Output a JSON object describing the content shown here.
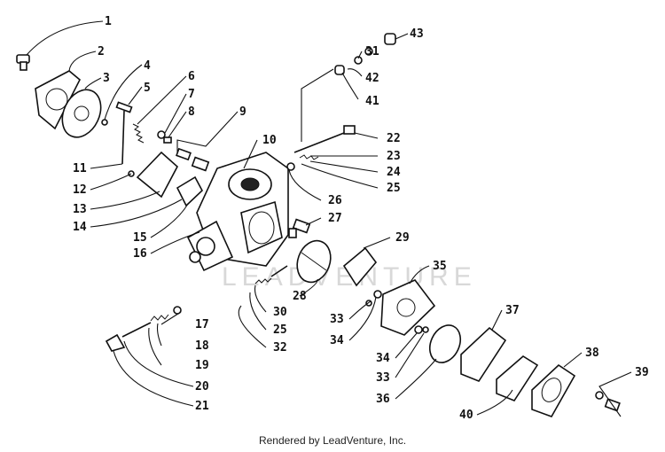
{
  "callouts": [
    "1",
    "2",
    "3",
    "4",
    "5",
    "6",
    "7",
    "8",
    "9",
    "10",
    "11",
    "12",
    "13",
    "14",
    "15",
    "16",
    "17",
    "18",
    "19",
    "20",
    "21",
    "22",
    "23",
    "24",
    "25",
    "26",
    "27",
    "28",
    "29",
    "30",
    "31",
    "32",
    "33",
    "34",
    "35",
    "36",
    "37",
    "38",
    "39",
    "40",
    "41",
    "42",
    "43"
  ],
  "callouts_extra": {
    "c25b": "25",
    "c33b": "33",
    "c34b": "34"
  },
  "watermark": "LEADVENTURE",
  "footer": "Rendered by LeadVenture, Inc."
}
